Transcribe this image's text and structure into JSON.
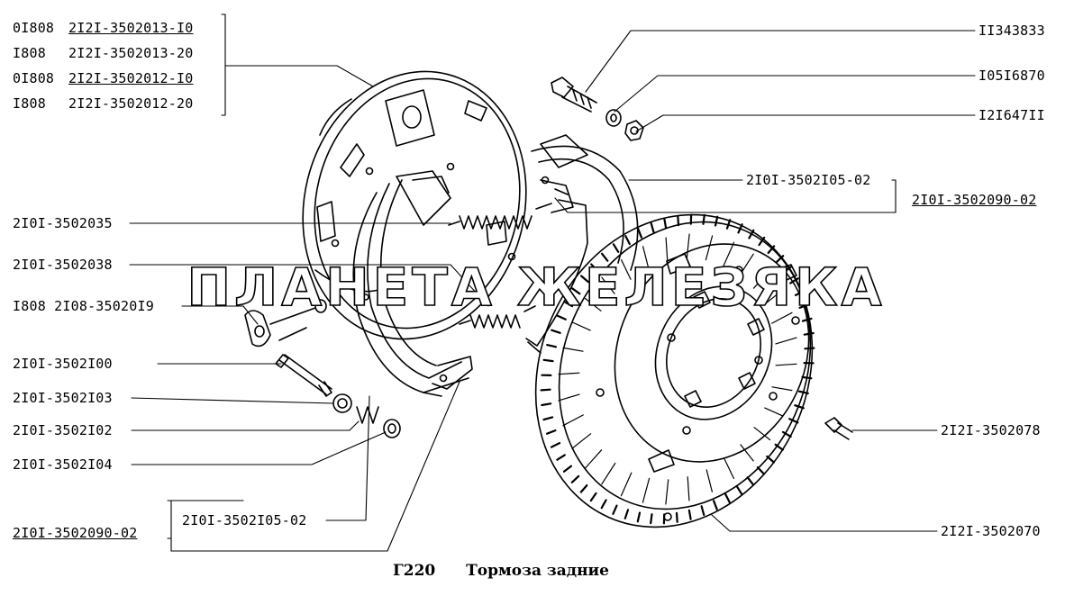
{
  "labels": {
    "l01": "0I808",
    "l02": "2I2I-3502013-I0",
    "l03": "I808",
    "l04": "2I2I-3502013-20",
    "l05": "0I808",
    "l06": "2I2I-3502012-I0",
    "l07": "I808",
    "l08": "2I2I-3502012-20",
    "l09": "2I0I-3502035",
    "l10": "2I0I-3502038",
    "l11": "I808 2I08-35020I9",
    "l12": "2I0I-3502I00",
    "l13": "2I0I-3502I03",
    "l14": "2I0I-3502I02",
    "l15": "2I0I-3502I04",
    "l16": "2I0I-3502090-02",
    "l17": "2I0I-3502I05-02",
    "r01": "II343833",
    "r02": "I05I6870",
    "r03": "I2I647II",
    "r04": "2I0I-3502I05-02",
    "r05": "2I0I-3502090-02",
    "r06": "2I2I-3502078",
    "r07": "2I2I-3502070"
  },
  "watermark": "ПЛАНЕТА ЖЕЛЕЗЯКА",
  "caption": {
    "code": "Г220",
    "title": "Тормоза задние"
  }
}
